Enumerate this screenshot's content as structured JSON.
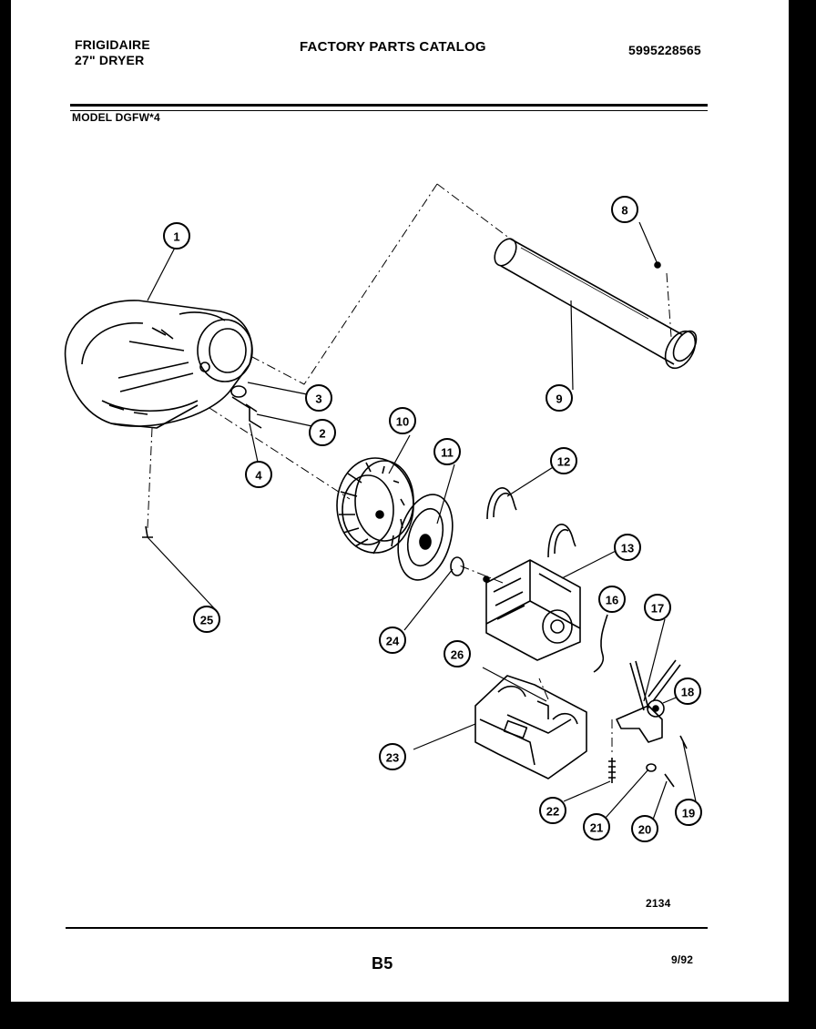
{
  "header": {
    "brand": "FRIGIDAIRE",
    "product": "27\" DRYER",
    "catalog_title": "FACTORY PARTS CATALOG",
    "part_number": "5995228565",
    "model": "MODEL DGFW*4"
  },
  "callouts": [
    "1",
    "2",
    "3",
    "4",
    "8",
    "9",
    "10",
    "11",
    "12",
    "13",
    "16",
    "17",
    "18",
    "19",
    "20",
    "21",
    "22",
    "23",
    "24",
    "25",
    "26"
  ],
  "footer": {
    "drawing_number": "2134",
    "page": "B5",
    "date": "9/92"
  }
}
